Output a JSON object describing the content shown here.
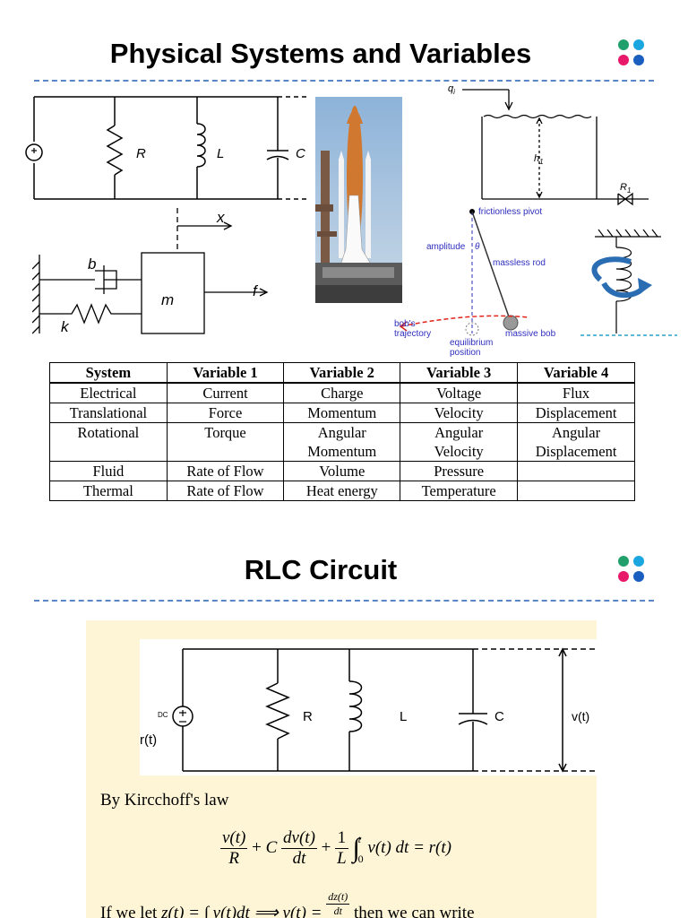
{
  "slide1": {
    "title": "Physical Systems and Variables",
    "circuit_labels": {
      "r": "R",
      "l": "L",
      "c": "C"
    },
    "mass_spring": {
      "x": "x",
      "b": "b",
      "m": "m",
      "k": "k",
      "f": "f"
    },
    "tank": {
      "inflow": "q",
      "inflow_sub": "i",
      "height": "h",
      "height_sub": "1",
      "resistor": "R",
      "resistor_sub": "1"
    },
    "pendulum": {
      "pivot": "frictionless pivot",
      "amplitude": "amplitude",
      "theta": "θ",
      "rod": "massless rod",
      "trajectory_line1": "bob's",
      "trajectory_line2": "trajectory",
      "equilibrium_line1": "equilibrium",
      "equilibrium_line2": "position",
      "bob": "massive bob"
    },
    "table": {
      "headers": [
        "System",
        "Variable 1",
        "Variable 2",
        "Variable 3",
        "Variable 4"
      ],
      "rows": [
        [
          "Electrical",
          "Current",
          "Charge",
          "Voltage",
          "Flux"
        ],
        [
          "Translational",
          "Force",
          "Momentum",
          "Velocity",
          "Displacement"
        ],
        [
          "Rotational",
          "Torque",
          "Angular Momentum",
          "Angular Velocity",
          "Angular Displacement"
        ],
        [
          "Fluid",
          "Rate of Flow",
          "Volume",
          "Pressure",
          ""
        ],
        [
          "Thermal",
          "Rate of Flow",
          "Heat energy",
          "Temperature",
          ""
        ]
      ]
    }
  },
  "slide2": {
    "title": "RLC Circuit",
    "circuit": {
      "dc": "DC",
      "source": "r(t)",
      "r": "R",
      "l": "L",
      "c": "C",
      "voltage": "v(t)"
    },
    "kirchoff_label": "By Kircchoff's law",
    "equation": {
      "t1_num": "v(t)",
      "t1_den": "R",
      "plus1": "+",
      "c": "C",
      "t2_num": "dv(t)",
      "t2_den": "dt",
      "plus2": "+",
      "t3_num": "1",
      "t3_den": "L",
      "integral": "∫",
      "upper": "t",
      "lower": "0",
      "integrand": "v(t) dt = r(t)"
    },
    "condition": {
      "prefix": "If we let",
      "expr": "z(t) = ∫ v(t)dt ⟹ v(t) =",
      "frac_num": "dz(t)",
      "frac_den": "dt",
      "suffix": "then we can write"
    }
  },
  "colors": {
    "dash": "#5b86c5",
    "dot_green": "#22a06b",
    "dot_cyan": "#1ba6e0",
    "dot_pink": "#e8196a",
    "dot_blue": "#1a5fbf",
    "panel": "#fdf5d6",
    "pendulum_text": "#2d2dbf",
    "trajectory": "#e0241b",
    "spring_arrow": "#2b6db3",
    "water_line": "#2aa0c8"
  },
  "icons": [
    "four-dot-logo-icon",
    "four-dot-logo-icon"
  ]
}
